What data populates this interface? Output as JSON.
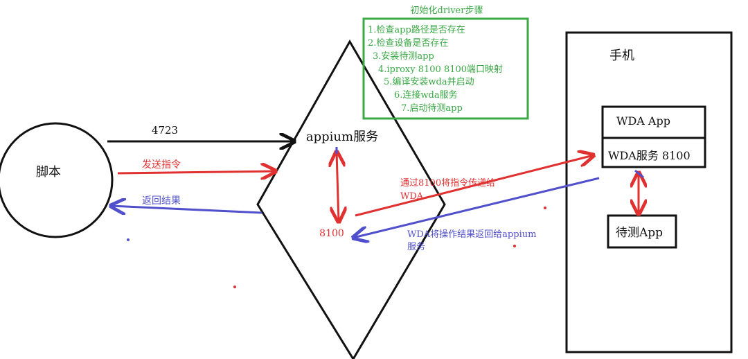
{
  "init_box": {
    "title": "初始化driver步骤",
    "steps": [
      "1.检查app路径是否存在",
      "2.检查设备是否存在",
      "3.安装待测app",
      "4.iproxy 8100 8100端口映射",
      "5.编译安装wda并启动",
      "6.连接wda服务",
      "7.启动待测app"
    ]
  },
  "script_node": {
    "label": "脚本"
  },
  "appium_node": {
    "label": "appium服务",
    "port_label": "8100"
  },
  "phone": {
    "title": "手机",
    "wda_app": "WDA App",
    "wda_service": "WDA服务 8100",
    "target_app": "待测App"
  },
  "arrows": {
    "port_label": "4723",
    "send_command": "发送指令",
    "return_result": "返回结果",
    "forward_to_wda_line1": "通过8100将指令传递给",
    "forward_to_wda_line2": "WDA",
    "wda_return_line1": "WDA将操作结果返回给appium",
    "wda_return_line2": "服务"
  },
  "colors": {
    "black": "#111111",
    "green": "#3aa845",
    "red": "#e03030",
    "blue": "#5050cc"
  }
}
